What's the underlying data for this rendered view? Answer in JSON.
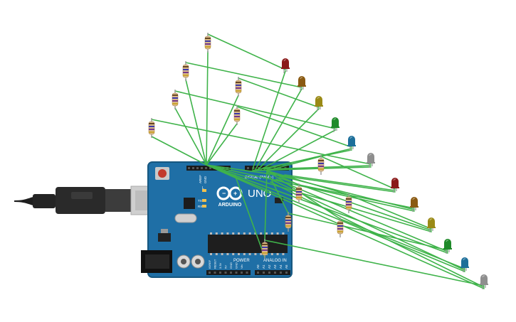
{
  "board": {
    "brand": "ARDUINO",
    "model": "UNO",
    "digital_label": "DIGITAL (PWM ~)",
    "power_label": "POWER",
    "analog_label": "ANALOG IN",
    "aref_label": "AREF",
    "gnd_label": "GND",
    "l_label": "L",
    "tx_label": "TX",
    "rx_label": "RX",
    "power_pins": [
      "IOREF",
      "RESET",
      "3.3V",
      "5V",
      "GND",
      "GND",
      "Vin"
    ],
    "analog_pins": [
      "A0",
      "A1",
      "A2",
      "A3",
      "A4",
      "A5"
    ]
  },
  "colors": {
    "board": "#1f6fa6",
    "board_edge": "#17577f",
    "wire": "#3fb34a",
    "usb_plug": "#2a2a2a",
    "usb_metal": "#c9c9c9",
    "resistor_body": "#d9b98a",
    "led_colors": [
      "#8b1a1a",
      "#8a5a12",
      "#9a8a16",
      "#1f8a2a",
      "#1d6f9a",
      "#8e8e8e",
      "#8b1a1a",
      "#8a5a12",
      "#9a8a16",
      "#1f8a2a",
      "#1d6f9a",
      "#8e8e8e"
    ]
  },
  "components": {
    "resistor_count": 12,
    "led_count": 12,
    "icons": [
      "usb-cable-icon",
      "reset-button-icon",
      "power-jack-icon",
      "capacitor-icon",
      "chip-icon",
      "crystal-icon",
      "infinity-logo-icon"
    ]
  }
}
